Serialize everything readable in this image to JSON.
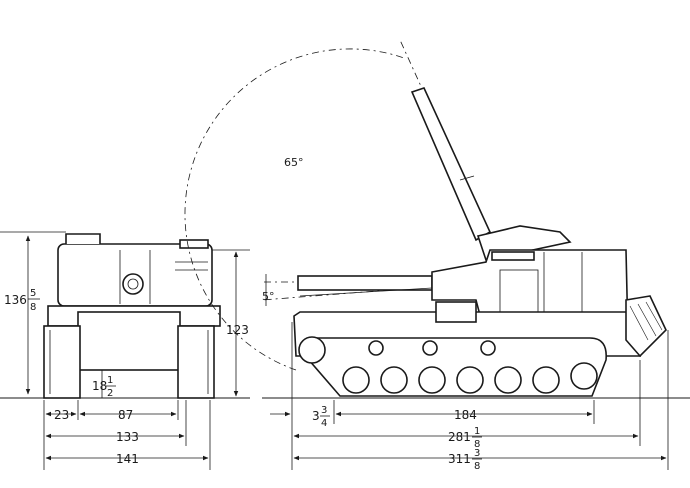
{
  "angles": {
    "max_elevation": "65°",
    "depression": "5°"
  },
  "front_view": {
    "height": {
      "whole": "136",
      "num": "5",
      "den": "8"
    },
    "ground_clearance": {
      "whole": "18",
      "num": "1",
      "den": "2"
    },
    "track_width": "23",
    "track_gap": "87",
    "tread": "133",
    "overall_width": "141"
  },
  "side_view": {
    "hull_height": "123",
    "front_offset": {
      "whole": "3",
      "num": "3",
      "den": "4"
    },
    "ground_contact": "184",
    "hull_length": {
      "whole": "281",
      "num": "1",
      "den": "8"
    },
    "overall_length": {
      "whole": "311",
      "num": "3",
      "den": "8"
    }
  },
  "colors": {
    "ink": "#1a1a1a",
    "paper": "#ffffff"
  }
}
